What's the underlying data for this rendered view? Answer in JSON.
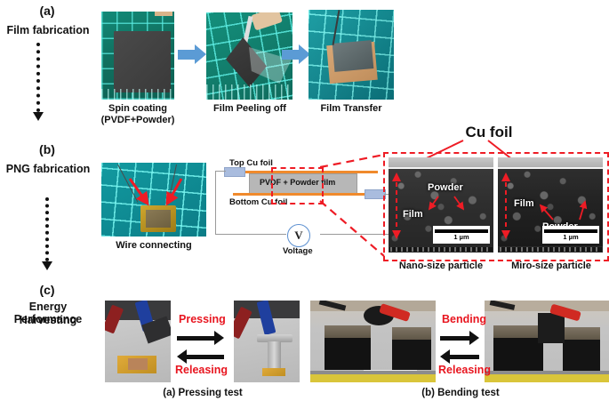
{
  "figure": {
    "rows": [
      {
        "letter": "(a)",
        "row_label": "Film fabrication",
        "steps": [
          {
            "caption_line1": "Spin coating",
            "caption_line2": "(PVDF+Powder)"
          },
          {
            "caption_line1": "Film Peeling off",
            "caption_line2": ""
          },
          {
            "caption_line1": "Film Transfer",
            "caption_line2": ""
          }
        ]
      },
      {
        "letter": "(b)",
        "row_label": "PNG fabrication",
        "photo_caption": "Wire connecting",
        "schematic": {
          "top_foil_label": "Top Cu foil",
          "bottom_foil_label": "Bottom Cu foil",
          "film_label": "PVDF + Powder film",
          "meter_symbol": "V",
          "meter_label": "Voltage"
        },
        "sem": {
          "cu_foil_title": "Cu foil",
          "left": {
            "film_label": "Film",
            "powder_label": "Powder",
            "scale_text": "1 µm",
            "caption": "Nano-size particle"
          },
          "right": {
            "film_label": "Film",
            "powder_label": "Powder",
            "scale_text": "1 µm",
            "caption": "Miro-size particle"
          }
        }
      },
      {
        "letter": "(c)",
        "row_label_line1": "Energy Harvesting",
        "row_label_line2": "Performance",
        "tests": [
          {
            "forward_label": "Pressing",
            "reverse_label": "Releasing",
            "caption": "(a) Pressing test"
          },
          {
            "forward_label": "Bending",
            "reverse_label": "Releasing",
            "caption": "(b) Bending test"
          }
        ]
      }
    ]
  },
  "colors": {
    "process_arrow": "#5B9BD5",
    "red_annotation": "#EE1C25",
    "cu_foil": "#F08A2C",
    "film_gray": "#B7B7B7",
    "clip_blue": "#A9BCDE",
    "text": "#111111"
  }
}
